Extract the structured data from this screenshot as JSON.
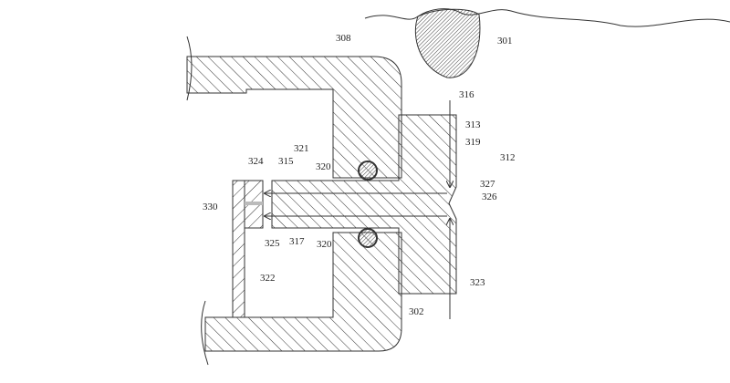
{
  "figure": {
    "labels": {
      "fingerprint": "301",
      "lower_housing": "302",
      "upper_housing": "308",
      "button_assembly": "312",
      "button_cap": "313",
      "stem": "315",
      "travel": "316",
      "stem_lower_surface": "317",
      "button_face": "319",
      "seal_top": "320",
      "seal_bottom": "320",
      "path_upper": "321",
      "plate": "322",
      "edge_lower": "323",
      "sensor_block": "324",
      "path_lower": "325",
      "notch": "326",
      "notch_edge": "327",
      "sensor_gap": "330"
    },
    "colors": {
      "line": "#333333",
      "seal": "#555555"
    }
  }
}
